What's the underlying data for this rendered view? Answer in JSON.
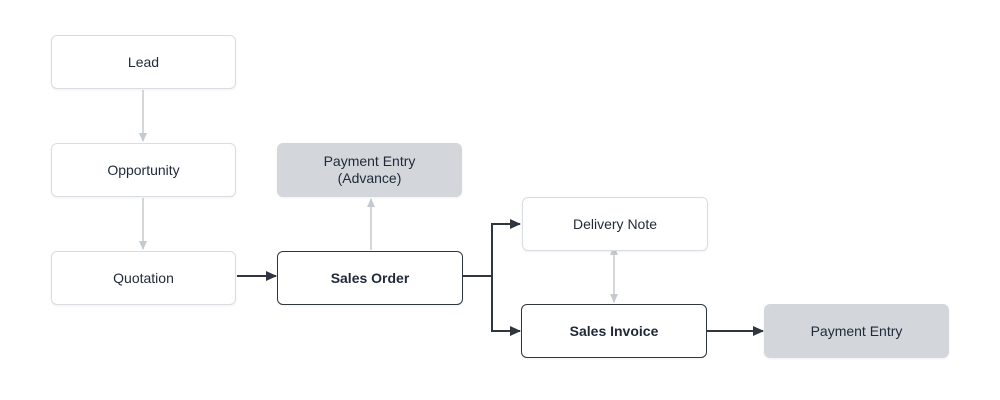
{
  "nodes": {
    "lead": "Lead",
    "opportunity": "Opportunity",
    "quotation": "Quotation",
    "payment_entry_advance": "Payment Entry\n(Advance)",
    "sales_order": "Sales Order",
    "delivery_note": "Delivery Note",
    "sales_invoice": "Sales Invoice",
    "payment_entry": "Payment Entry"
  },
  "colors": {
    "light_border": "#d9dde2",
    "dark_border": "#2f3640",
    "fill": "#d3d7dc",
    "light_arrow": "#c5cad0",
    "dark_arrow": "#2f3640"
  }
}
